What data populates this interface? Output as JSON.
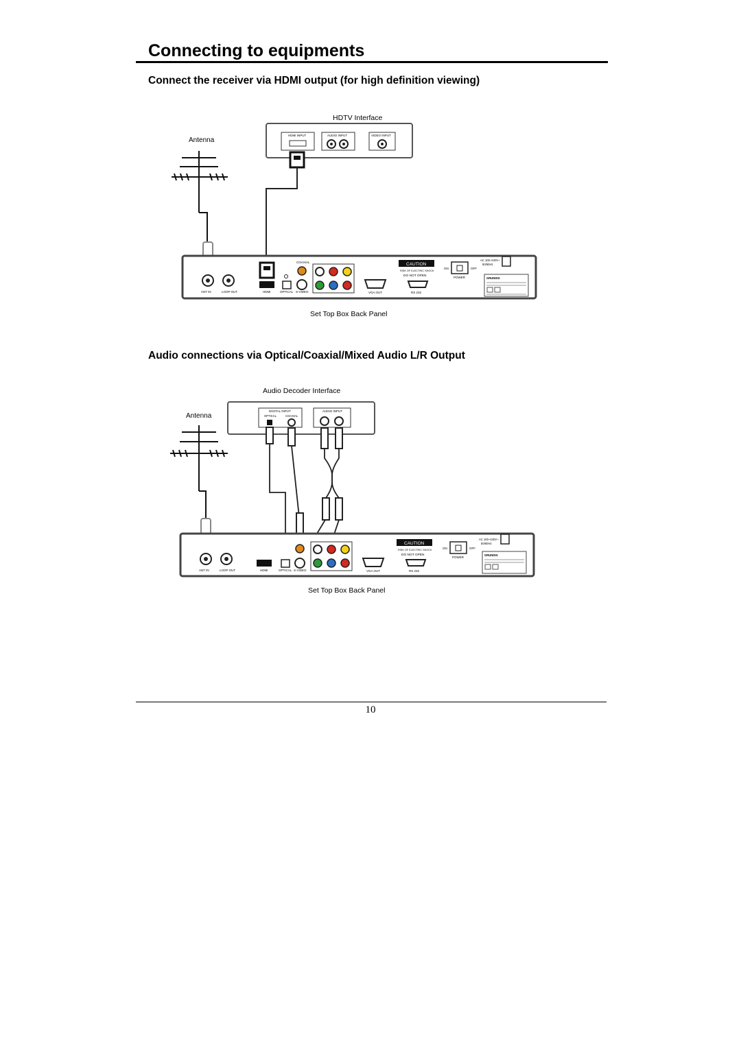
{
  "page": {
    "title": "Connecting to equipments",
    "page_number": "10"
  },
  "section1": {
    "heading": "Connect the receiver via HDMI output (for high definition viewing)",
    "diagram": {
      "interface_title": "HDTV Interface",
      "antenna_label": "Antenna",
      "tv_ports": [
        "HDMI INPUT",
        "AUDIO INPUT",
        "VIDEO INPUT"
      ],
      "caption": "Set Top Box Back Panel"
    }
  },
  "section2": {
    "heading": "Audio connections via Optical/Coaxial/Mixed Audio L/R Output",
    "diagram": {
      "interface_title": "Audio Decoder  Interface",
      "antenna_label": "Antenna",
      "decoder_ports": [
        "DIGITAL INPUT",
        "OPTICAL",
        "COAXIAL",
        "AUDIO INPUT"
      ],
      "caption": "Set Top Box Back Panel"
    }
  },
  "back_panel": {
    "labels": {
      "ant_in": "ANT IN",
      "loop_out": "LOOP OUT",
      "hdmi": "HDMI",
      "optical": "OPTICAL",
      "svideo": "S-VIDEO",
      "coaxial": "COAXIAL",
      "vga_out": "VGA OUT",
      "rs232": "RS 232",
      "caution": "CAUTION",
      "risk": "RISK OF ELECTRIC SHOCK",
      "do_not_open": "DO NOT OPEN",
      "on": "ON",
      "off": "OFF",
      "power": "POWER",
      "ac": "AC 100~240V~",
      "hz": "50/60Hz",
      "brand": "GRUNDIG"
    }
  },
  "colors": {
    "rca_yellow": "#f2d21b",
    "rca_red": "#d42a1f",
    "rca_green": "#2e9a3a",
    "rca_blue": "#2b6fc2",
    "rca_white": "#ffffff",
    "rca_orange": "#e08a1a"
  }
}
